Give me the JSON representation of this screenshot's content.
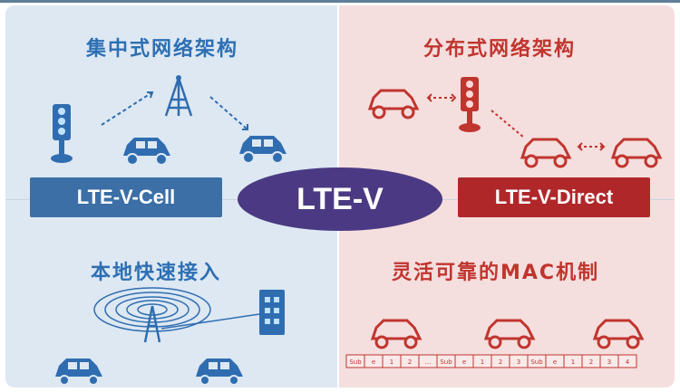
{
  "quadrants": {
    "top_left": {
      "title": "集中式网络架构"
    },
    "top_right": {
      "title": "分布式网络架构"
    },
    "bottom_left": {
      "title": "本地快速接入"
    },
    "bottom_right": {
      "title": "灵活可靠的MAC机制"
    }
  },
  "badges": {
    "left": "LTE-V-Cell",
    "center": "LTE-V",
    "right": "LTE-V-Direct"
  },
  "icons": [
    "traffic-light-icon",
    "cell-tower-icon",
    "car-icon",
    "server-icon",
    "antenna-icon",
    "signal-rings-icon"
  ],
  "colors": {
    "blue_text": "#2d6fb3",
    "red_text": "#c0352e",
    "blue_badge": "#3b6fa6",
    "red_badge": "#b0272a",
    "oval": "#4b3a83"
  },
  "mac_frame": {
    "cells": [
      "Sub",
      "e",
      "1",
      "2",
      "...",
      "Sub",
      "e",
      "1",
      "2",
      "3",
      "Sub",
      "e",
      "1",
      "2",
      "3",
      "4"
    ]
  }
}
